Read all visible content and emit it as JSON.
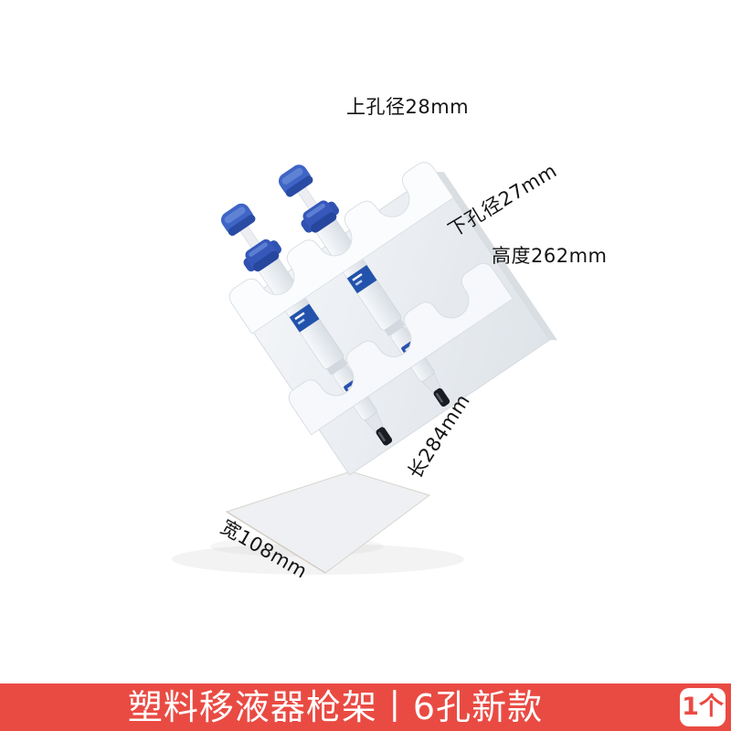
{
  "product": {
    "annotations": {
      "top_hole_diameter": "上孔径28mm",
      "bottom_hole_diameter": "下孔径27mm",
      "height": "高度262mm",
      "length": "长284mm",
      "width": "宽108mm"
    }
  },
  "banner": {
    "title": "塑料移液器枪架丨6孔新款",
    "quantity_badge": "1个"
  },
  "colors": {
    "background": "#FFFFFF",
    "annotation_text": "#141414",
    "banner_background": "#E94B43",
    "banner_text": "#FFFFFF",
    "badge_background": "#FFFFFF",
    "badge_text": "#E94B43",
    "pipette_accent_blue": "#3E64C6",
    "stand_color": "#F2F4F7"
  }
}
